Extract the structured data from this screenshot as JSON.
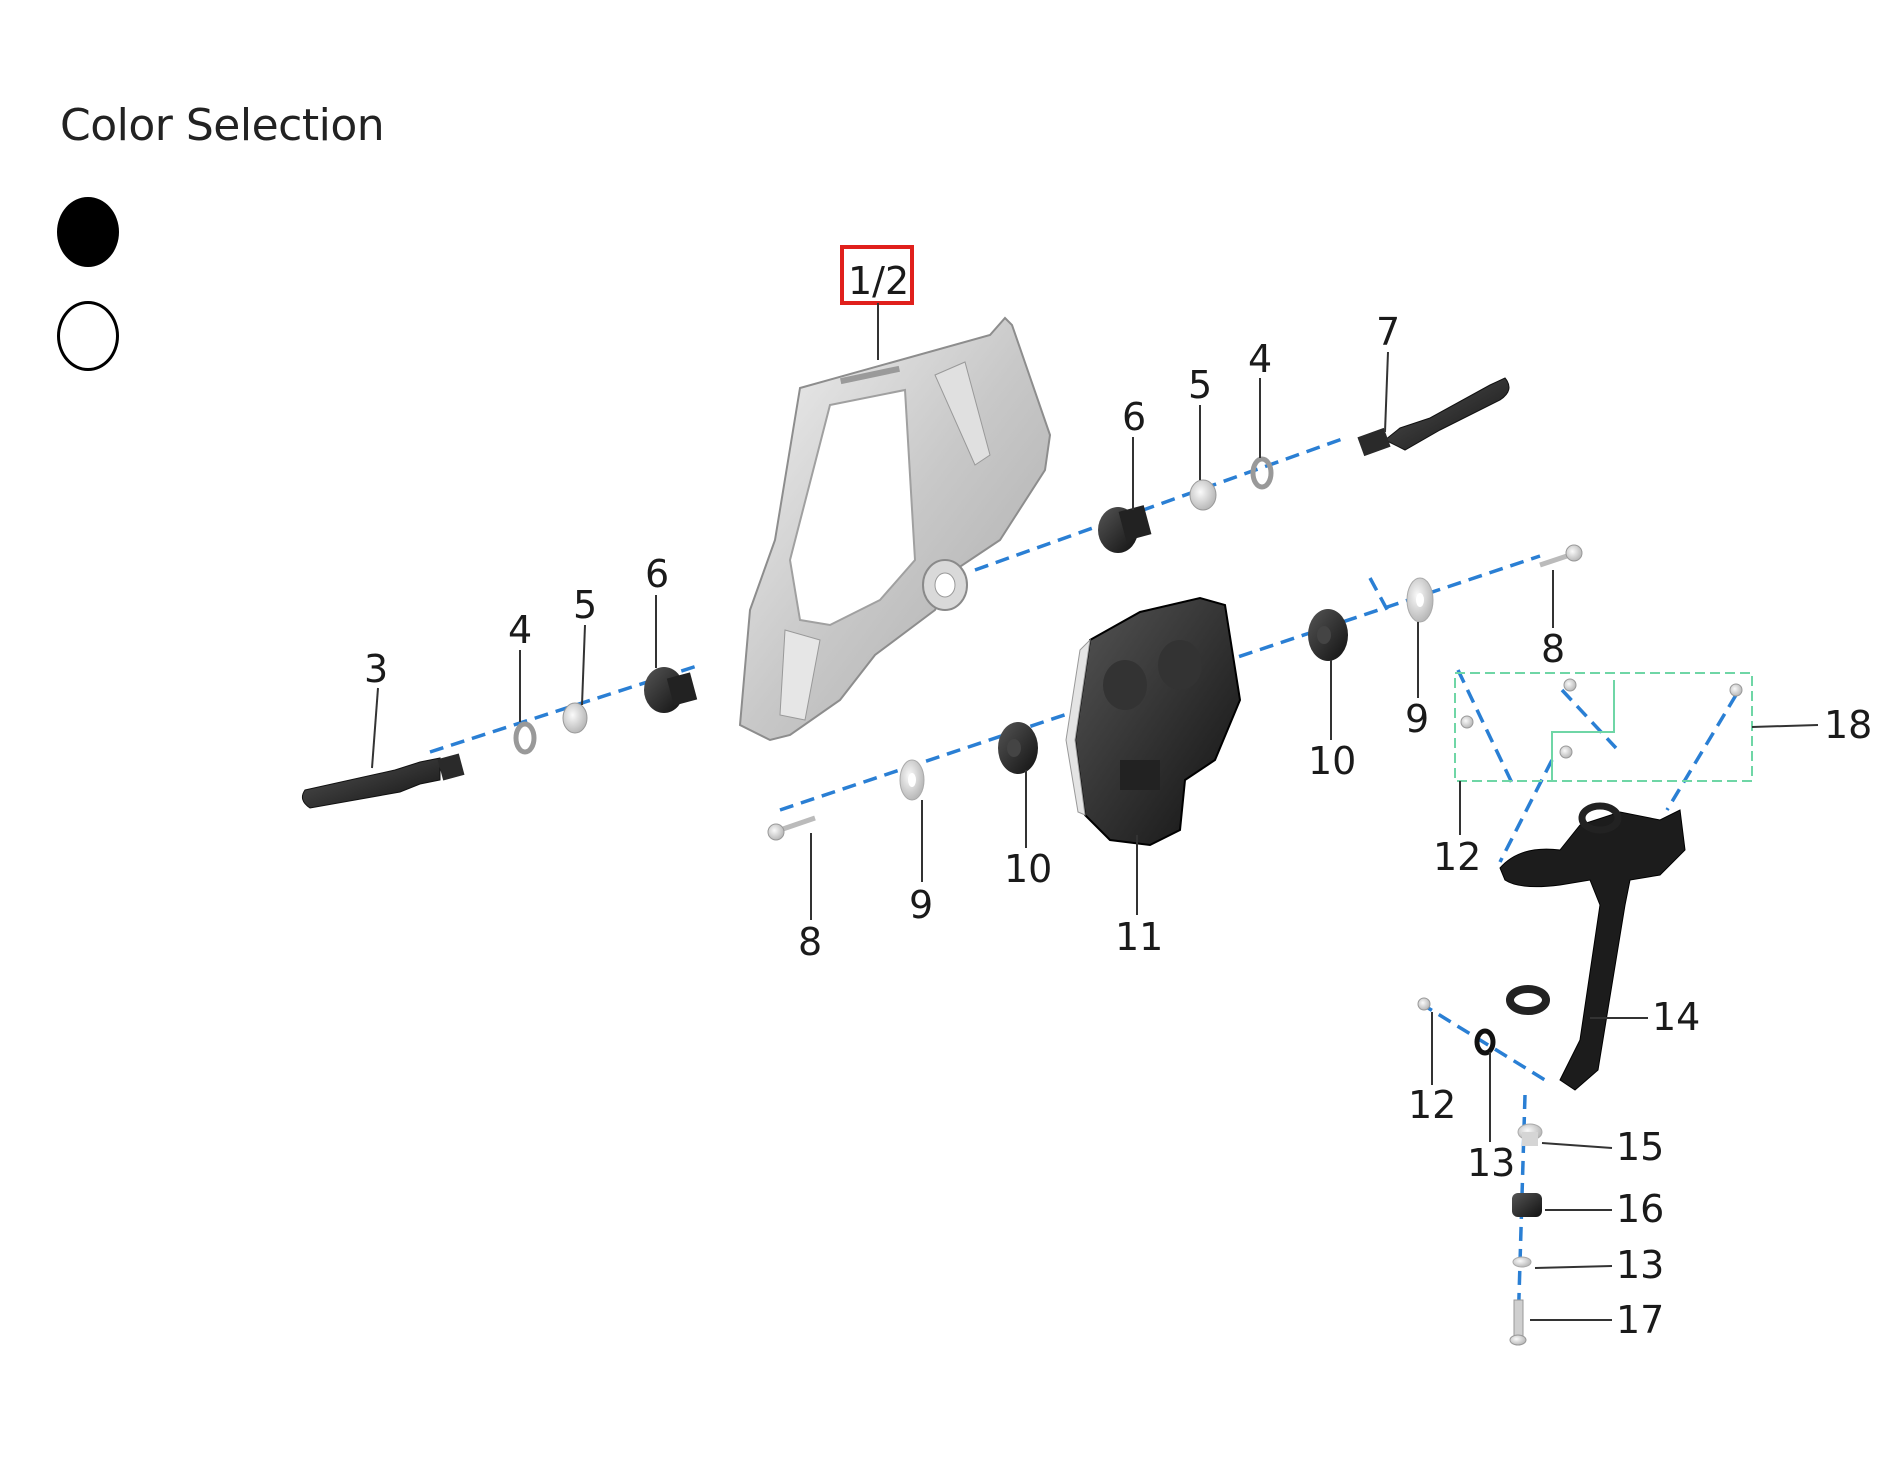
{
  "color_selection": {
    "title": "Color Selection",
    "options": [
      {
        "name": "black",
        "color": "#000000"
      },
      {
        "name": "white",
        "color": "#ffffff"
      }
    ]
  },
  "highlight_color": "#e0201c",
  "axis_color": "#2a7fd4",
  "group_box_color": "#6fd6a6",
  "callouts": {
    "c1_2": "1/2",
    "c3": "3",
    "c4_left": "4",
    "c5_left": "5",
    "c6_left": "6",
    "c6_right": "6",
    "c5_right": "5",
    "c4_right": "4",
    "c7": "7",
    "c8_left": "8",
    "c9_left": "9",
    "c10_left": "10",
    "c11": "11",
    "c10_right": "10",
    "c9_right": "9",
    "c8_right": "8",
    "c18": "18",
    "c12_top": "12",
    "c14": "14",
    "c12_bottom": "12",
    "c13_left": "13",
    "c15": "15",
    "c16": "16",
    "c13_right": "13",
    "c17": "17"
  }
}
